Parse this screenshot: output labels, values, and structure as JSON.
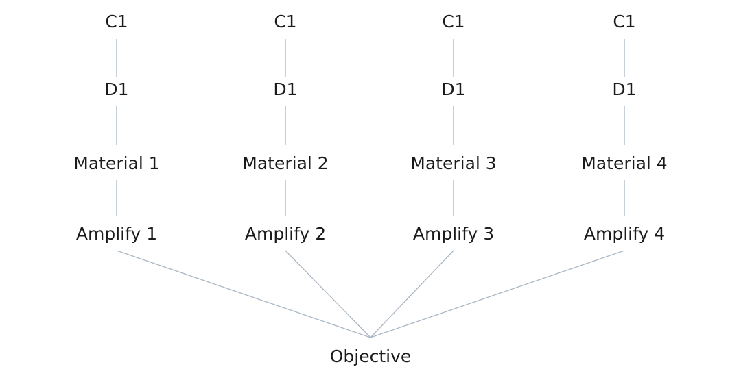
{
  "columns": [
    {
      "c_label": "C1",
      "d_label": "D1",
      "material_label": "Material 1",
      "amplify_label": "Amplify 1"
    },
    {
      "c_label": "C1",
      "d_label": "D1",
      "material_label": "Material 2",
      "amplify_label": "Amplify 2"
    },
    {
      "c_label": "C1",
      "d_label": "D1",
      "material_label": "Material 3",
      "amplify_label": "Amplify 3"
    },
    {
      "c_label": "C1",
      "d_label": "D1",
      "material_label": "Material 4",
      "amplify_label": "Amplify 4"
    }
  ],
  "objective": {
    "label": "Objective"
  },
  "colors": {
    "line": "#a9b6c3",
    "text": "#1a1a1a"
  }
}
